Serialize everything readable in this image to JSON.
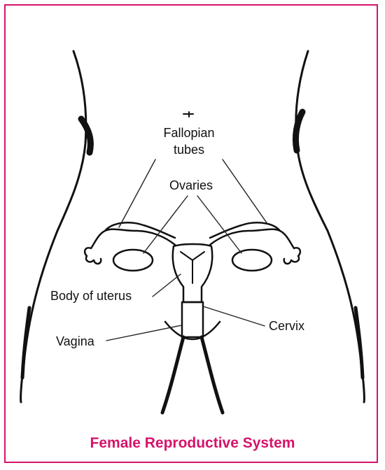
{
  "caption": "Female Reproductive System",
  "labels": {
    "fallopian_line1": "Fallopian",
    "fallopian_line2": "tubes",
    "ovaries": "Ovaries",
    "body_of_uterus": "Body of uterus",
    "vagina": "Vagina",
    "cervix": "Cervix"
  },
  "colors": {
    "frame": "#d6136a",
    "caption": "#d6136a",
    "ink": "#111111"
  }
}
